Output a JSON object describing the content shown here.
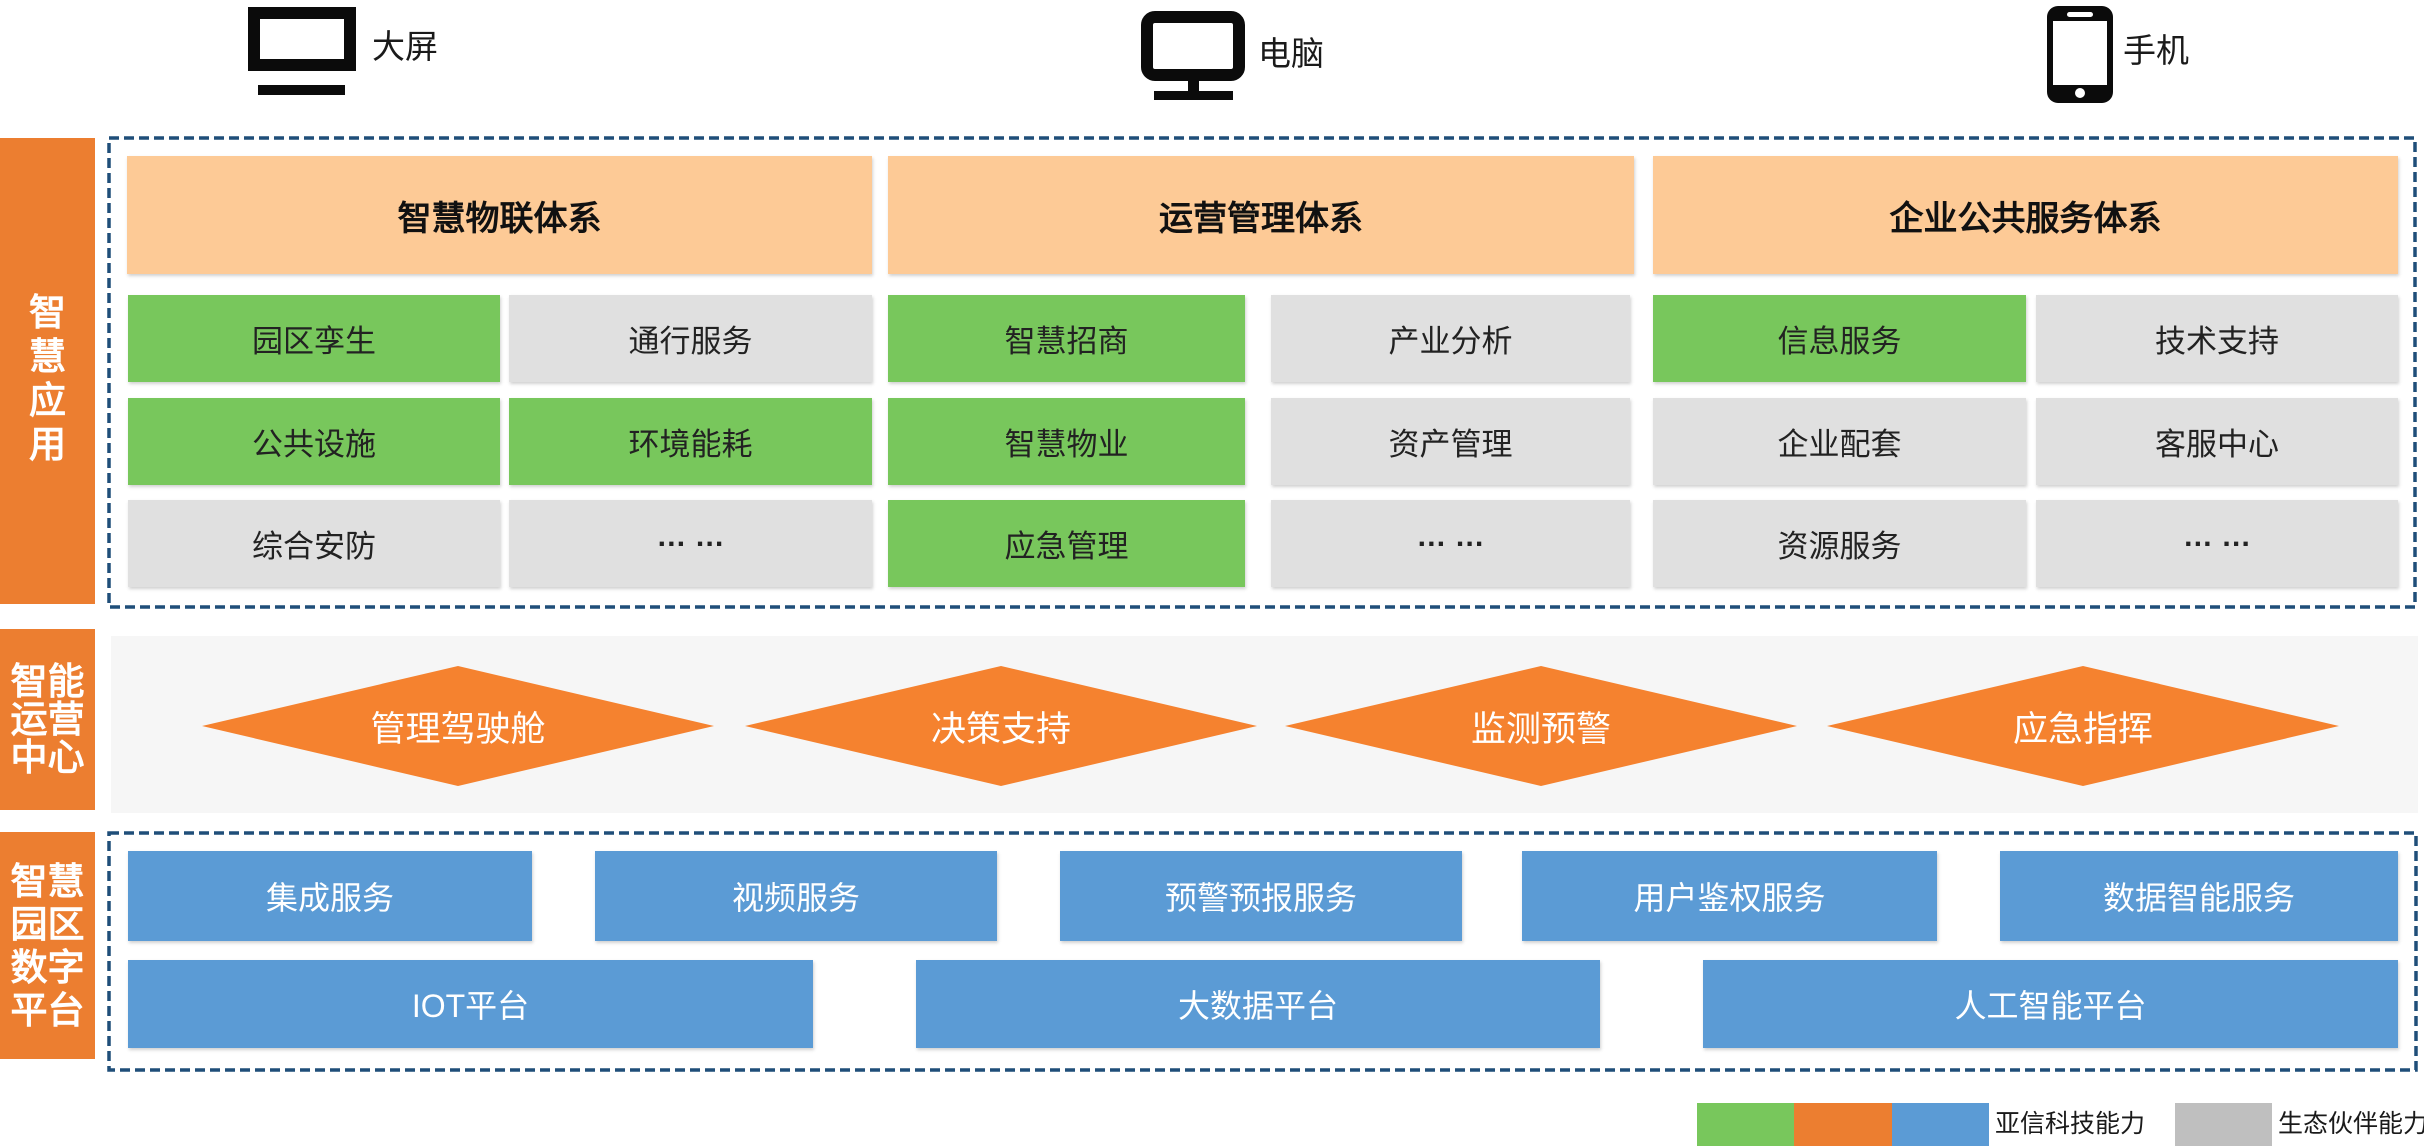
{
  "colors": {
    "sidebar_orange": "#EC7E30",
    "header_light_orange": "#FDCA96",
    "capability_green": "#78C75C",
    "partner_gray": "#E0E0E0",
    "platform_blue": "#5B9BD5",
    "diamond_orange": "#F5822F",
    "ops_panel_gray": "#F6F6F6",
    "dashed_border_blue": "#1F4E79",
    "legend_gray": "#BFBFBF"
  },
  "devices": [
    {
      "icon": "large-screen-icon",
      "label": "大屏"
    },
    {
      "icon": "desktop-computer-icon",
      "label": "电脑"
    },
    {
      "icon": "mobile-phone-icon",
      "label": "手机"
    }
  ],
  "layers": [
    {
      "name": "smart-applications",
      "side_label": {
        "text": "智慧应用",
        "lines": [
          "智",
          "慧",
          "应",
          "用"
        ]
      },
      "groups": [
        {
          "header": "智慧物联体系",
          "cells": [
            {
              "label": "园区孪生",
              "type": "green"
            },
            {
              "label": "通行服务",
              "type": "gray"
            },
            {
              "label": "公共设施",
              "type": "green"
            },
            {
              "label": "环境能耗",
              "type": "green"
            },
            {
              "label": "综合安防",
              "type": "gray"
            },
            {
              "label": "… …",
              "type": "gray"
            }
          ]
        },
        {
          "header": "运营管理体系",
          "cells": [
            {
              "label": "智慧招商",
              "type": "green"
            },
            {
              "label": "产业分析",
              "type": "gray"
            },
            {
              "label": "智慧物业",
              "type": "green"
            },
            {
              "label": "资产管理",
              "type": "gray"
            },
            {
              "label": "应急管理",
              "type": "green"
            },
            {
              "label": "… …",
              "type": "gray"
            }
          ]
        },
        {
          "header": "企业公共服务体系",
          "cells": [
            {
              "label": "信息服务",
              "type": "green"
            },
            {
              "label": "技术支持",
              "type": "gray"
            },
            {
              "label": "企业配套",
              "type": "gray"
            },
            {
              "label": "客服中心",
              "type": "gray"
            },
            {
              "label": "资源服务",
              "type": "gray"
            },
            {
              "label": "… …",
              "type": "gray"
            }
          ]
        }
      ]
    },
    {
      "name": "intelligent-operations-center",
      "side_label": {
        "text": "智能运营中心",
        "lines": [
          "智能",
          "运营",
          "中心"
        ]
      },
      "diamonds": [
        {
          "label": "管理驾驶舱"
        },
        {
          "label": "决策支持"
        },
        {
          "label": "监测预警"
        },
        {
          "label": "应急指挥"
        }
      ]
    },
    {
      "name": "smart-park-digital-platform",
      "side_label": {
        "text": "智慧园区数字平台",
        "lines": [
          "智慧",
          "园区",
          "数字",
          "平台"
        ]
      },
      "services": [
        {
          "label": "集成服务"
        },
        {
          "label": "视频服务"
        },
        {
          "label": "预警预报服务"
        },
        {
          "label": "用户鉴权服务"
        },
        {
          "label": "数据智能服务"
        }
      ],
      "platforms": [
        {
          "label": "IOT平台"
        },
        {
          "label": "大数据平台"
        },
        {
          "label": "人工智能平台"
        }
      ]
    }
  ],
  "legend": {
    "asiainfo": {
      "label": "亚信科技能力",
      "swatches": [
        "green",
        "orange",
        "blue"
      ]
    },
    "partner": {
      "label": "生态伙伴能力",
      "swatches": [
        "gray"
      ]
    }
  }
}
